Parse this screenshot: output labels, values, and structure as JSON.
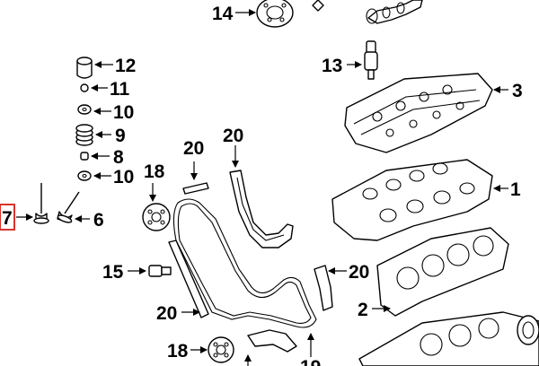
{
  "diagram": {
    "highlight_color": "#d9342b",
    "callouts": {
      "c14": "14",
      "c12": "12",
      "c13": "13",
      "c3": "3",
      "c11": "11",
      "c10a": "10",
      "c9": "9",
      "c8": "8",
      "c10b": "10",
      "c20a": "20",
      "c20b": "20",
      "c18a": "18",
      "c1": "1",
      "c7": "7",
      "c6": "6",
      "c15": "15",
      "c20c": "20",
      "c2": "2",
      "c20d": "20",
      "c18b": "18",
      "c19": "19"
    }
  }
}
